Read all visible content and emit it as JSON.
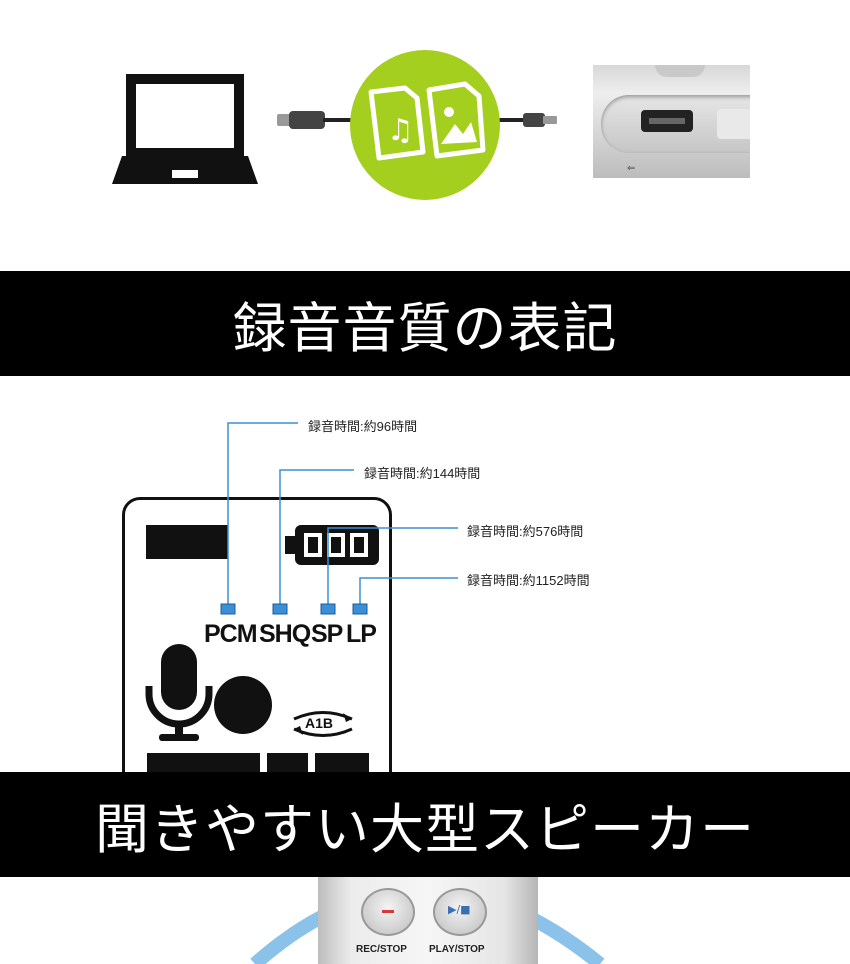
{
  "section1": {
    "laptop_icon": "laptop-icon",
    "cable_icon": "usb-cable-icon",
    "media_icon": "music-image-files-icon",
    "accent_color": "#a4cf1f",
    "device_port": "micro-usb-port-photo"
  },
  "banner1": {
    "title": "録音音質の表記"
  },
  "modes": {
    "labels": [
      "PCM",
      "SHQ",
      "SP",
      "LP"
    ],
    "notes": [
      "録音時間:約96時間",
      "録音時間:約144時間",
      "録音時間:約576時間",
      "録音時間:約1152時間"
    ],
    "indicator_color": "#3a8fd6",
    "ab_label": "A1B"
  },
  "banner2": {
    "title": "聞きやすい大型スピーカー"
  },
  "buttons": {
    "rec": "REC/STOP",
    "play": "PLAY/STOP"
  }
}
